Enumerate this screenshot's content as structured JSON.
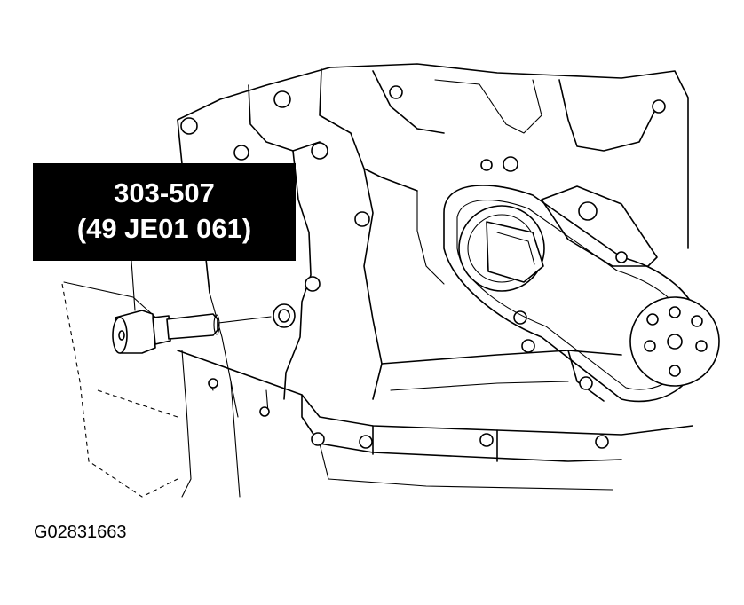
{
  "callout": {
    "tool_number": "303-507",
    "service_tool_number": "(49 JE01 061)"
  },
  "figure_id": "G02831663",
  "colors": {
    "ink": "#000000",
    "paper": "#ffffff"
  }
}
